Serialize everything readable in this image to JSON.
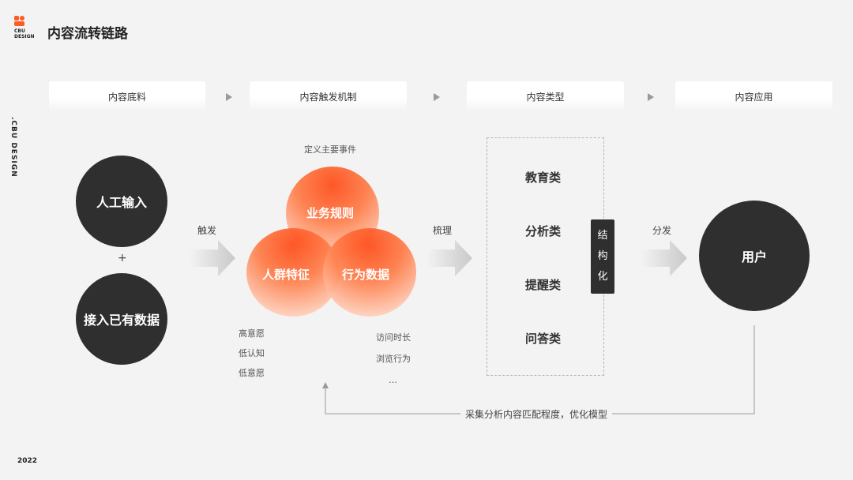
{
  "logo": {
    "text": "CBU DESIGN",
    "accent": "#ff5a1f"
  },
  "side_label": ".CBU DESIGN",
  "title": "内容流转链路",
  "year": "2022",
  "stages": [
    "内容底料",
    "内容触发机制",
    "内容类型",
    "内容应用"
  ],
  "sources": {
    "top": "人工输入",
    "plus": "+",
    "bottom": "接入已有数据"
  },
  "flow_labels": {
    "trigger": "触发",
    "organize": "梳理",
    "distribute": "分发"
  },
  "venn": {
    "header": "定义主要事件",
    "top": "业务规则",
    "left": "人群特征",
    "right": "行为数据",
    "left_notes": [
      "高意愿",
      "低认知",
      "低意愿"
    ],
    "right_notes": [
      "访问时长",
      "浏览行为",
      "…"
    ]
  },
  "types": [
    "教育类",
    "分析类",
    "提醒类",
    "问答类"
  ],
  "structure": [
    "结",
    "构",
    "化"
  ],
  "user": "用户",
  "feedback": "采集分析内容匹配程度，优化模型",
  "colors": {
    "dark": "#2f2f2f",
    "orange": "#ff4a16",
    "background": "#f3f3f3"
  }
}
